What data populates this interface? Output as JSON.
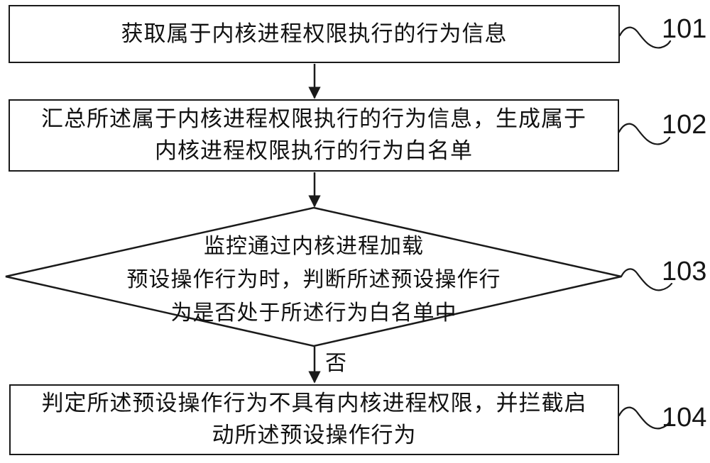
{
  "figure": {
    "background": "#ffffff",
    "line_color": "#1a1a1a",
    "text_color": "#111111"
  },
  "flowchart": {
    "steps": [
      {
        "ref": "101",
        "shape": "rectangle",
        "lines": [
          "获取属于内核进程权限执行的行为信息"
        ]
      },
      {
        "ref": "102",
        "shape": "rectangle",
        "lines": [
          "汇总所述属于内核进程权限执行的行为信息，生成属于",
          "内核进程权限执行的行为白名单"
        ]
      },
      {
        "ref": "103",
        "shape": "diamond",
        "lines": [
          "监控通过内核进程加载",
          "预设操作行为时，判断所述预设操作行",
          "为是否处于所述行为白名单中"
        ]
      },
      {
        "ref": "104",
        "shape": "rectangle",
        "lines": [
          "判定所述预设操作行为不具有内核进程权限，并拦截启",
          "动所述预设操作行为"
        ]
      }
    ],
    "branch_labels": {
      "no": "否"
    }
  }
}
